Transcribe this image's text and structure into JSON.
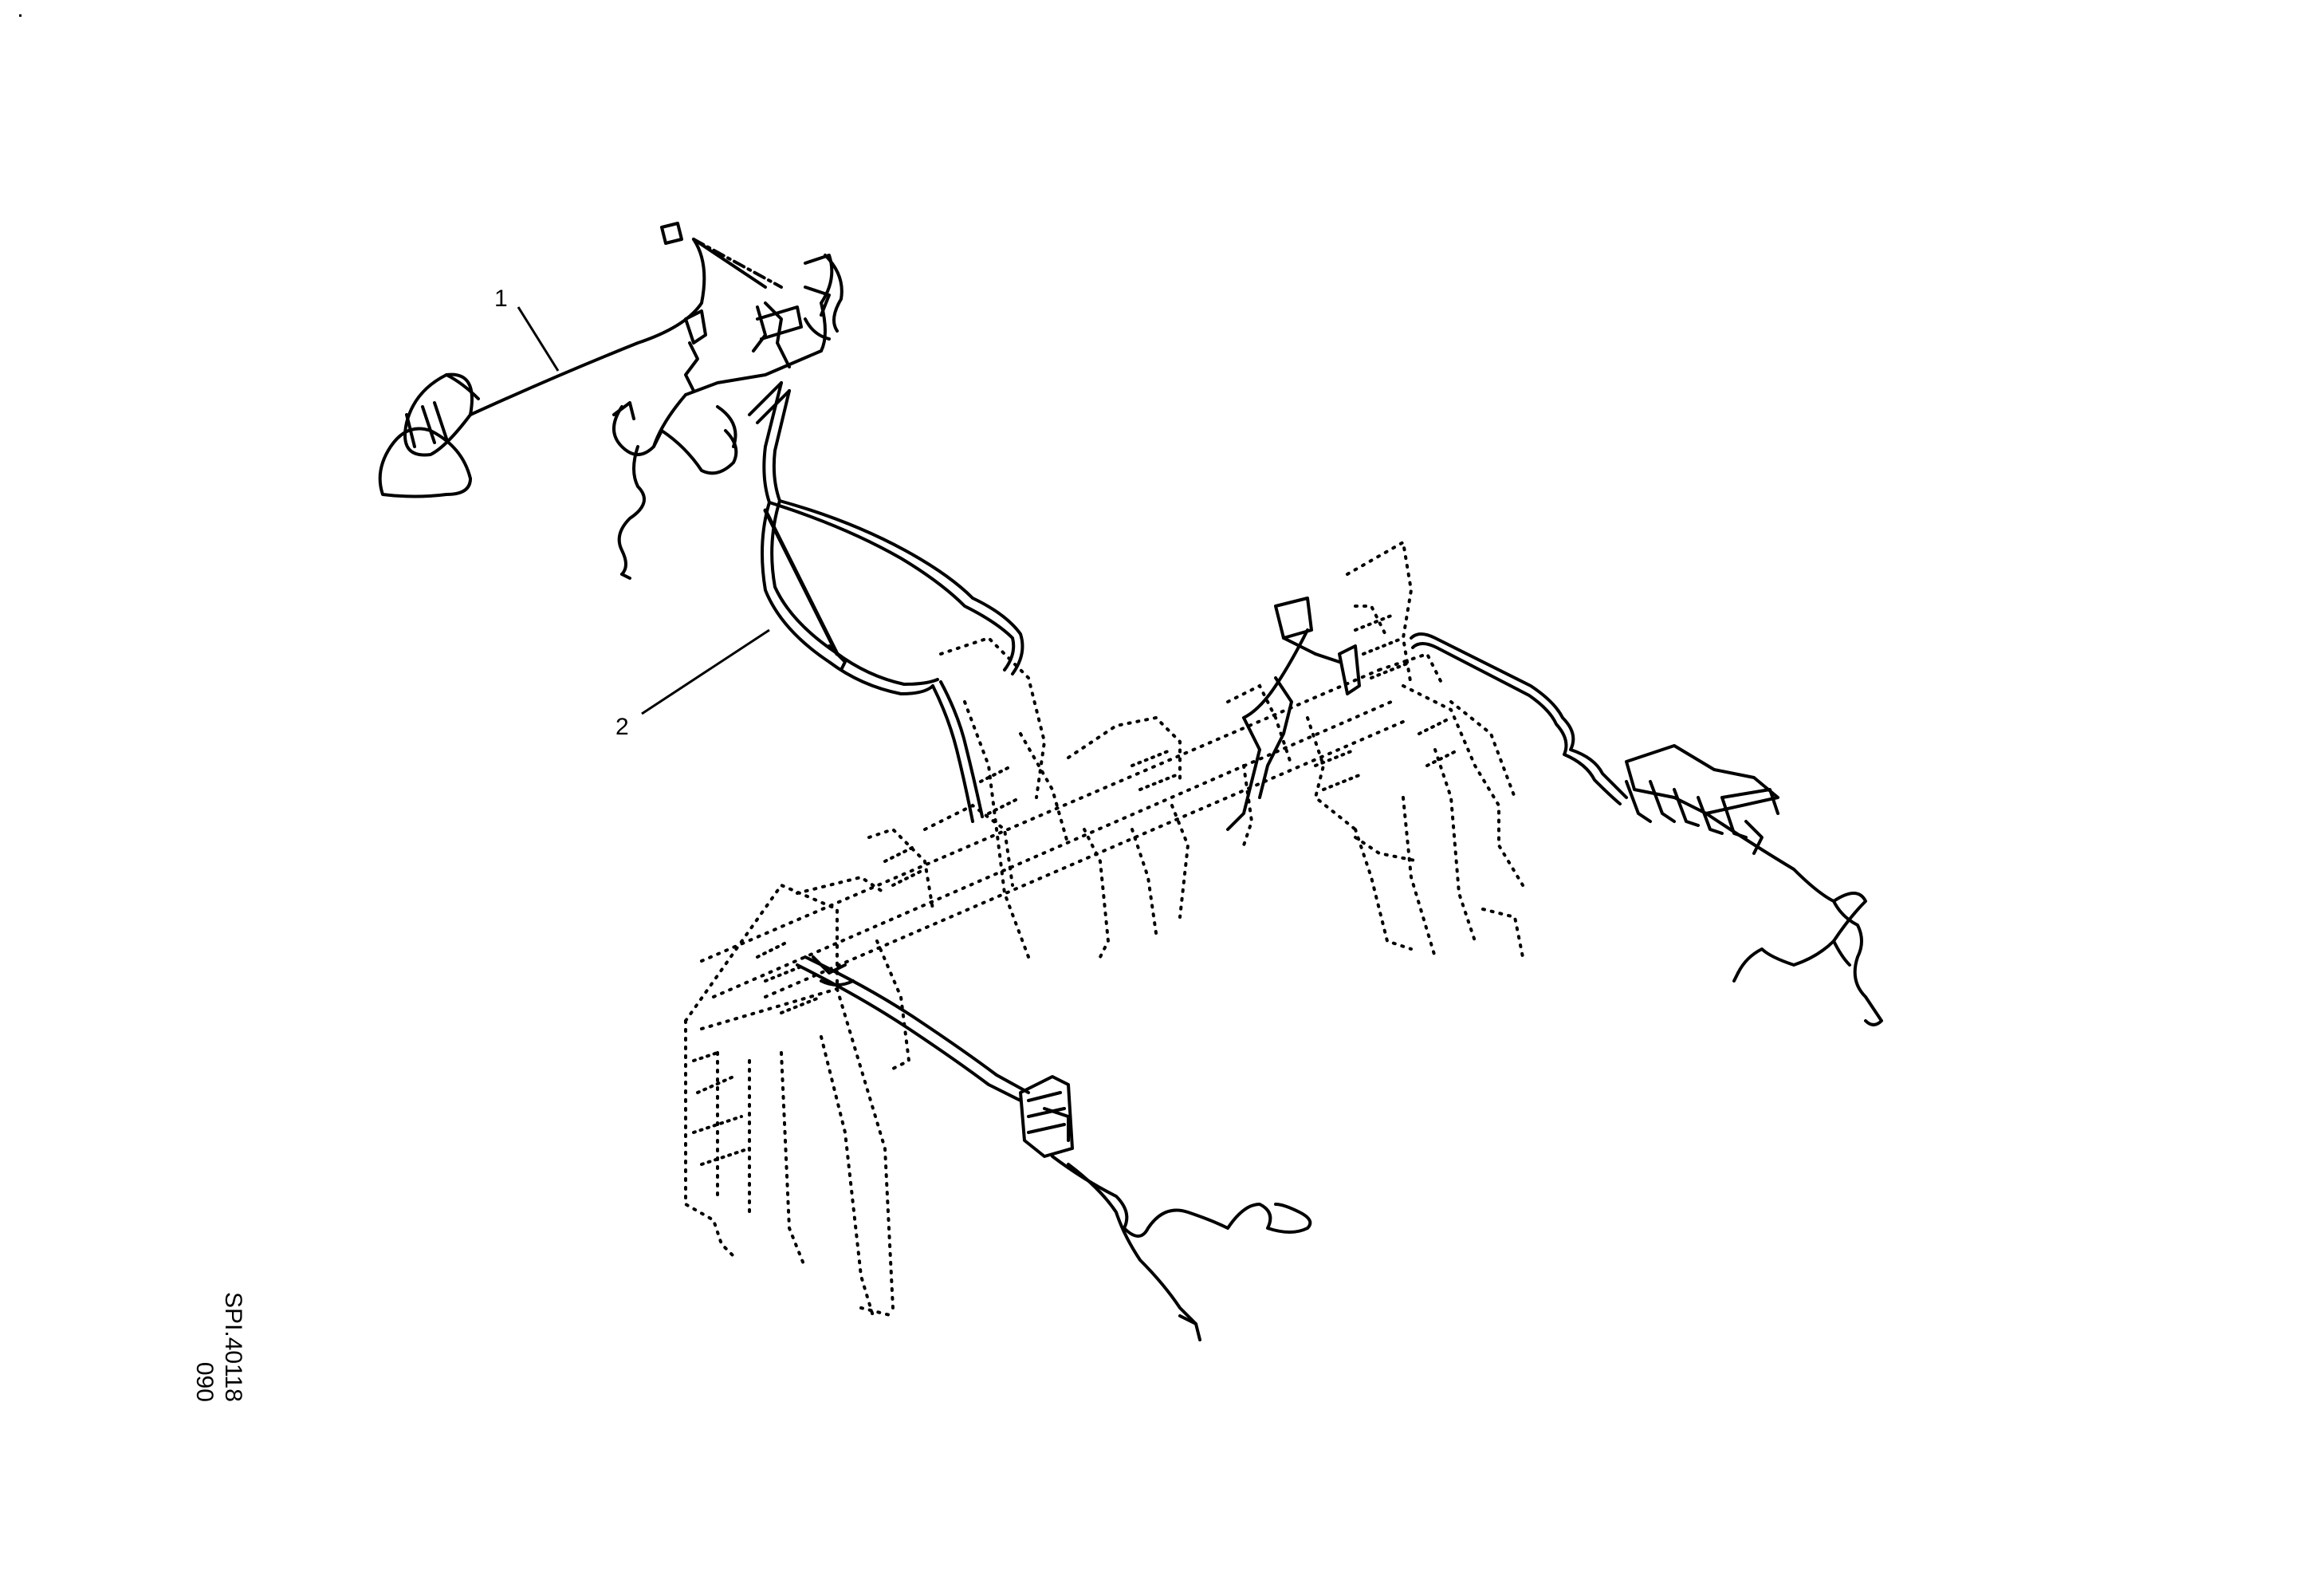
{
  "callouts": [
    {
      "id": "1",
      "label": "1"
    },
    {
      "id": "2",
      "label": "2"
    }
  ],
  "reference": {
    "page_code": "090",
    "drawing_code": "SPI.40118"
  },
  "colors": {
    "line": "#000000",
    "background": "#ffffff"
  }
}
